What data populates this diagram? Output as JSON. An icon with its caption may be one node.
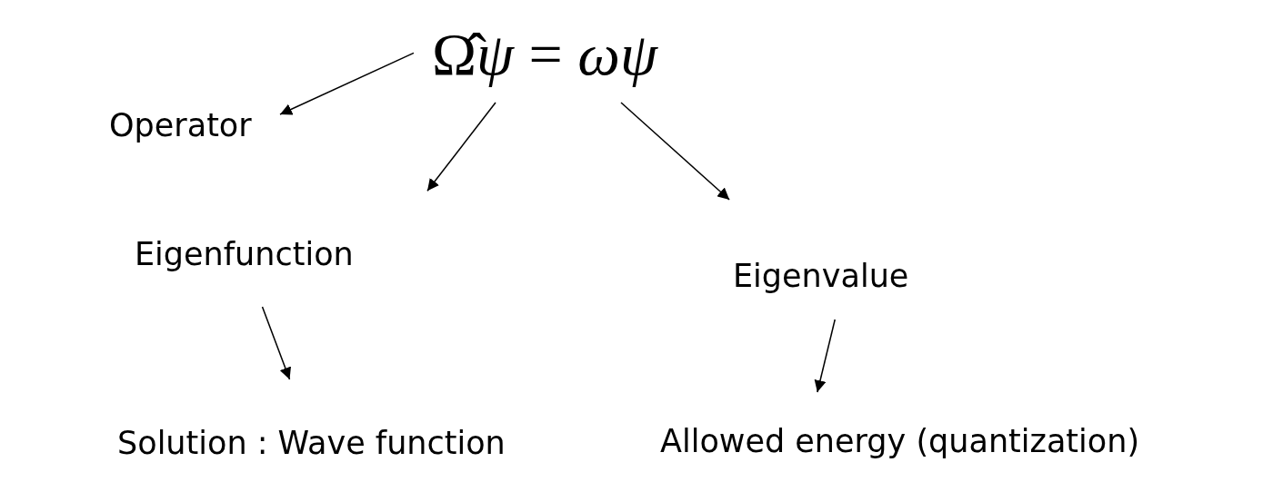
{
  "diagram": {
    "nodes": [
      {
        "text": [
          "Ω̂*ψ* = *ωψ*"
        ]
      },
      {
        "text": [
          "Operator"
        ]
      },
      {
        "text": [
          "Eigenfunction"
        ]
      },
      {
        "text": [
          "Eigenvalue"
        ]
      },
      {
        "text": [
          "Solution : Wave function"
        ]
      },
      {
        "text": [
          "Allowed energy (quantization)"
        ]
      }
    ],
    "edges": [
      {
        "from": 0,
        "to": 1,
        "arrow": "to"
      },
      {
        "from": 0,
        "to": 2,
        "arrow": "to"
      },
      {
        "from": 0,
        "to": 3,
        "arrow": "to"
      },
      {
        "from": 2,
        "to": 4,
        "arrow": "to"
      },
      {
        "from": 3,
        "to": 5,
        "arrow": "to"
      }
    ]
  }
}
